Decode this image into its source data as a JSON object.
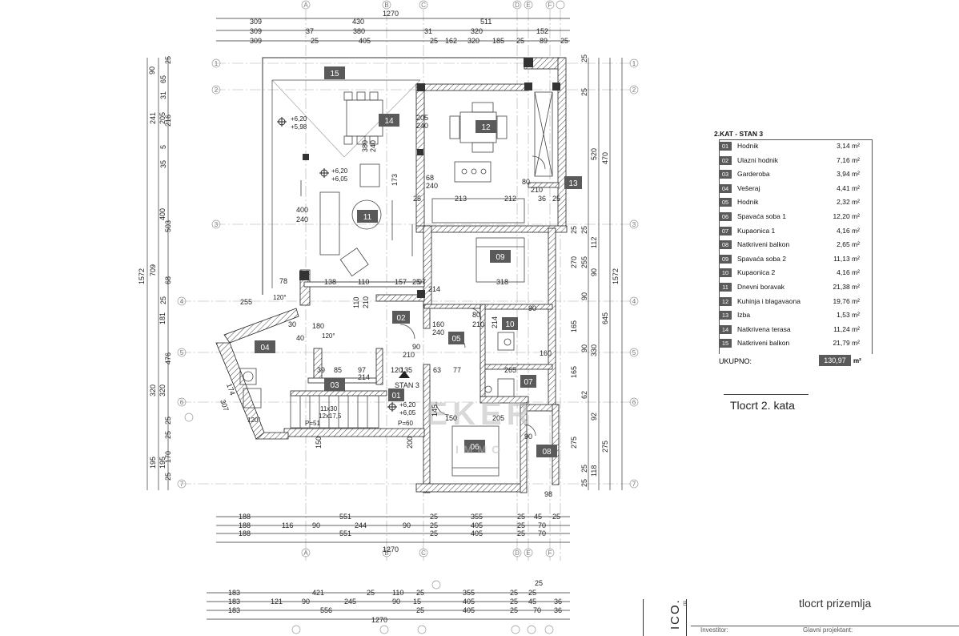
{
  "sheet": {
    "caption": "Tlocrt 2. kata",
    "title_block": {
      "drawing_label": "tlocrt prizemlja",
      "investor_label": "Investitor:",
      "designer_label": "Glavni projektant:",
      "side_text": "ICO.",
      "side_small": "ns"
    }
  },
  "legend": {
    "title": "2.KAT - STAN 3",
    "rooms": [
      {
        "num": "01",
        "name": "Hodnik",
        "area": "3,14 m²"
      },
      {
        "num": "02",
        "name": "Ulazni hodnik",
        "area": "7,16 m²"
      },
      {
        "num": "03",
        "name": "Garderoba",
        "area": "3,94 m²"
      },
      {
        "num": "04",
        "name": "Vešeraj",
        "area": "4,41 m²"
      },
      {
        "num": "05",
        "name": "Hodnik",
        "area": "2,32 m²"
      },
      {
        "num": "06",
        "name": "Spavaća soba 1",
        "area": "12,20 m²"
      },
      {
        "num": "07",
        "name": "Kupaonica 1",
        "area": "4,16 m²"
      },
      {
        "num": "08",
        "name": "Natkriveni balkon",
        "area": "2,65 m²"
      },
      {
        "num": "09",
        "name": "Spavaća soba 2",
        "area": "11,13 m²"
      },
      {
        "num": "10",
        "name": "Kupaonica 2",
        "area": "4,16 m²"
      },
      {
        "num": "11",
        "name": "Dnevni boravak",
        "area": "21,38 m²"
      },
      {
        "num": "12",
        "name": "Kuhinja i blagavaona",
        "area": "19,76 m²"
      },
      {
        "num": "13",
        "name": "Izba",
        "area": "1,53 m²"
      },
      {
        "num": "14",
        "name": "Natkrivena terasa",
        "area": "11,24 m²"
      },
      {
        "num": "15",
        "name": "Natkriveni balkon",
        "area": "21,79 m²"
      }
    ],
    "total_label": "UKUPNO:",
    "total_value": "130,97",
    "total_unit": "m²"
  },
  "plan": {
    "unit_label": "STAN 3",
    "watermark_top": "EKER",
    "watermark_bottom": "IMMO",
    "levels": [
      "+6,20",
      "+5,98",
      "+6,20",
      "+6,05",
      "+6,20",
      "+6,05"
    ],
    "angle_labels": [
      "120°",
      "120°",
      "120°"
    ],
    "stair_note": [
      "11x30",
      "12x17,5"
    ],
    "door_notes": [
      "P=51",
      "P=60"
    ],
    "grid_letters": [
      "A",
      "B",
      "C",
      "D",
      "E",
      "F"
    ],
    "grid_numbers": [
      "1",
      "2",
      "3",
      "4",
      "5",
      "6",
      "7"
    ],
    "top_dims": {
      "row1": [
        "309",
        "430",
        "511"
      ],
      "total": "1270",
      "row2": [
        "309",
        "37",
        "380",
        "31",
        "320",
        "152"
      ],
      "row3": [
        "309",
        "25",
        "405",
        "25",
        "162",
        "320",
        "185",
        "25",
        "89",
        "25"
      ]
    },
    "bottom_dims": {
      "row1": [
        "188",
        "551",
        "25",
        "355",
        "25",
        "45",
        "25"
      ],
      "row2": [
        "188",
        "116",
        "90",
        "244",
        "90",
        "25",
        "405",
        "25",
        "70"
      ],
      "row3": [
        "188",
        "551",
        "25",
        "405",
        "25",
        "70"
      ],
      "total": "1270"
    },
    "foot_dims": {
      "row1": [
        "183",
        "421",
        "25",
        "110",
        "25",
        "355",
        "25",
        "25"
      ],
      "row2": [
        "183",
        "121",
        "90",
        "245",
        "90",
        "15",
        "405",
        "25",
        "45",
        "36"
      ],
      "row3": [
        "183",
        "556",
        "25",
        "405",
        "25",
        "70",
        "36"
      ],
      "total": "1270",
      "top_small": "25"
    },
    "left_dims": {
      "total": "1572",
      "outer": [
        "241",
        "709",
        "320",
        "195"
      ],
      "mid": [
        "205",
        "400",
        "181",
        "320",
        "195"
      ],
      "inner": [
        "90",
        "65",
        "25",
        "31",
        "216",
        "5",
        "35",
        "503",
        "68",
        "25",
        "476",
        "25",
        "25",
        "170",
        "25"
      ]
    },
    "right_dims": {
      "total": "1572",
      "outer": [
        "470",
        "645",
        "275"
      ],
      "mid": [
        "520",
        "112",
        "255",
        "90",
        "330",
        "92",
        "118"
      ],
      "inner": [
        "25",
        "25",
        "25",
        "25",
        "270",
        "90",
        "165",
        "90",
        "165",
        "62",
        "275",
        "25",
        "25"
      ]
    },
    "room_inner_dims": [
      "68",
      "240",
      "205",
      "240",
      "400",
      "240",
      "173",
      "380",
      "240",
      "80",
      "210",
      "213",
      "212",
      "25",
      "36",
      "25",
      "318",
      "138",
      "110",
      "157",
      "25",
      "97",
      "214",
      "110",
      "210",
      "80",
      "210",
      "160",
      "214",
      "240",
      "90",
      "210",
      "63",
      "77",
      "265",
      "145",
      "150",
      "205",
      "120",
      "150",
      "200",
      "135",
      "255",
      "78",
      "39",
      "85",
      "97",
      "214",
      "174",
      "307",
      "90",
      "160",
      "98",
      "90",
      "180",
      "40",
      "30"
    ]
  }
}
